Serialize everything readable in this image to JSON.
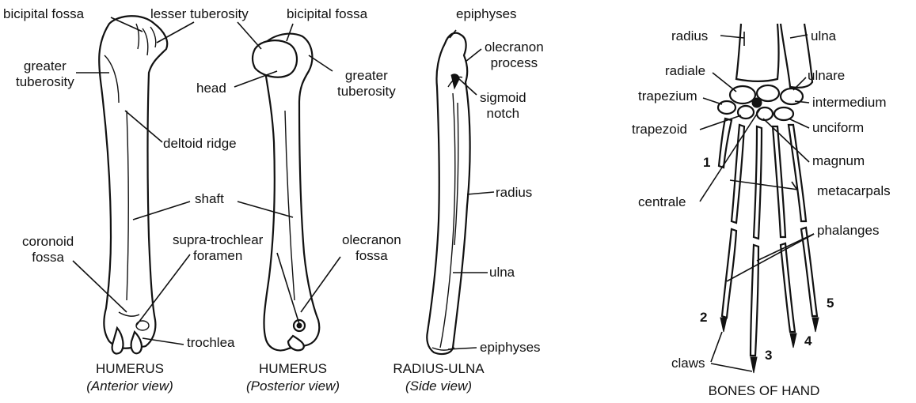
{
  "humerus_anterior": {
    "labels": {
      "bicipital_fossa": "bicipital fossa",
      "lesser_tuberosity": "lesser tuberosity",
      "greater_tuberosity": "greater\ntuberosity",
      "deltoid_ridge": "deltoid ridge",
      "shaft": "shaft",
      "coronoid_fossa": "coronoid\nfossa",
      "supra_trochlear_foramen": "supra-trochlear\nforamen",
      "trochlea": "trochlea"
    },
    "caption": "HUMERUS",
    "subcaption": "(Anterior view)"
  },
  "humerus_posterior": {
    "labels": {
      "bicipital_fossa": "bicipital fossa",
      "head": "head",
      "greater_tuberosity": "greater\ntuberosity",
      "olecranon_fossa": "olecranon\nfossa"
    },
    "caption": "HUMERUS",
    "subcaption": "(Posterior view)"
  },
  "radius_ulna": {
    "labels": {
      "epiphyses_top": "epiphyses",
      "olecranon_process": "olecranon\nprocess",
      "sigmoid_notch": "sigmoid\nnotch",
      "radius": "radius",
      "ulna": "ulna",
      "epiphyses_bottom": "epiphyses"
    },
    "caption": "RADIUS-ULNA",
    "subcaption": "(Side view)"
  },
  "hand": {
    "labels": {
      "radius": "radius",
      "ulna": "ulna",
      "radiale": "radiale",
      "ulnare": "ulnare",
      "trapezium": "trapezium",
      "intermedium": "intermedium",
      "trapezoid": "trapezoid",
      "unciform": "unciform",
      "magnum": "magnum",
      "centrale": "centrale",
      "metacarpals": "metacarpals",
      "phalanges": "phalanges",
      "claws": "claws"
    },
    "digits": [
      "1",
      "2",
      "3",
      "4",
      "5"
    ],
    "caption": "BONES OF HAND"
  }
}
